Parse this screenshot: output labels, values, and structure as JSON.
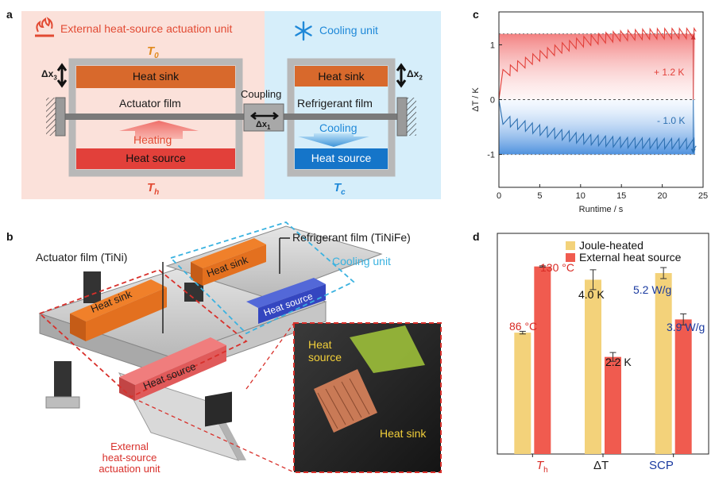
{
  "panels": {
    "a": {
      "label": "a",
      "left_title": "External heat-source actuation unit",
      "right_title": "Cooling unit",
      "t0": "T",
      "t0_sub": "0",
      "th": "T",
      "th_sub": "h",
      "tc": "T",
      "tc_sub": "c",
      "heat_sink_left": "Heat sink",
      "heat_sink_right": "Heat sink",
      "actuator_film": "Actuator film",
      "refrigerant_film": "Refrigerant film",
      "coupling": "Coupling",
      "heating": "Heating",
      "cooling": "Cooling",
      "heat_source_left": "Heat source",
      "heat_source_right": "Heat source",
      "dx1": "Δx",
      "dx1_sub": "1",
      "dx2": "Δx",
      "dx2_sub": "2",
      "dx3": "Δx",
      "dx3_sub": "3",
      "colors": {
        "left_bg": "#fbe1da",
        "right_bg": "#d6eefa",
        "heat_sink": "#d8692c",
        "heat_source": "#e2403a",
        "cool_source": "#1575c9"
      }
    },
    "b": {
      "label": "b",
      "actuator_film": "Actuator film (TiNi)",
      "refrigerant_film": "Refrigerant film (TiNiFe)",
      "cooling_unit": "Cooling unit",
      "heat_sink_1": "Heat sink",
      "heat_sink_2": "Heat sink",
      "heat_source_1": "Heat source",
      "heat_source_2": "Heat source",
      "external_line1": "External",
      "external_line2": "heat-source",
      "external_line3": "actuation unit",
      "photo_heat_source_1": "Heat",
      "photo_heat_source_2": "source",
      "photo_heat_sink": "Heat sink"
    },
    "c": {
      "label": "c",
      "plus_label": "+ 1.2 K",
      "minus_label": "- 1.0 K"
    },
    "d": {
      "label": "d",
      "th_label_main": "T",
      "th_label_sub": "h",
      "dt_label": "ΔT",
      "scp_label": "SCP",
      "val_86": "86 °C",
      "val_130": "130 °C",
      "val_4": "4.0 K",
      "val_22": "2.2 K",
      "val_52": "5.2 W/g",
      "val_39": "3.9 W/g"
    }
  },
  "chart_data": [
    {
      "id": "c",
      "type": "line",
      "xlabel": "Runtime / s",
      "ylabel": "ΔT / K",
      "xlim": [
        0,
        25
      ],
      "ylim": [
        -1.6,
        1.6
      ],
      "xticks": [
        0,
        5,
        10,
        15,
        20,
        25
      ],
      "yticks": [
        -1,
        0,
        1
      ],
      "bands": {
        "upper": 1.2,
        "lower": -1.0
      },
      "series": [
        {
          "color": "#e2403a",
          "peak_start": 0.55,
          "peak_end": 1.3,
          "amplitude": 0.2,
          "period_s": 0.9,
          "start_s": 0.5,
          "end_s": 24.2
        },
        {
          "color": "#2c6fb0",
          "peak_start": -0.45,
          "peak_end": -0.9,
          "amplitude": 0.2,
          "period_s": 0.9,
          "start_s": 0.5,
          "end_s": 24.2
        }
      ]
    },
    {
      "id": "d",
      "type": "bar",
      "categories": [
        "Th",
        "ΔT",
        "SCP"
      ],
      "series": [
        {
          "name": "Joule-heated",
          "color": "#f3d27a",
          "values": [
            0.55,
            0.79,
            0.82
          ],
          "errors": [
            0.006,
            0.045,
            0.025
          ]
        },
        {
          "name": "External heat source",
          "color": "#f05b4f",
          "values": [
            0.85,
            0.44,
            0.61
          ],
          "errors": [
            0.003,
            0.02,
            0.025
          ]
        }
      ],
      "ylim": [
        0,
        1
      ]
    }
  ]
}
